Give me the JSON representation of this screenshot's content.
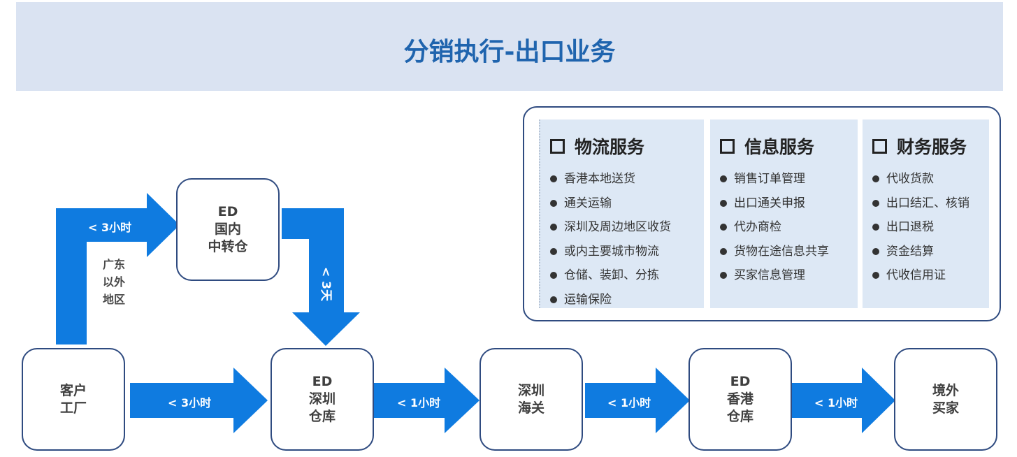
{
  "title": "分销执行-出口业务",
  "colors": {
    "banner": "#dae3f2",
    "title": "#1f64ae",
    "arrow": "#0f7be0",
    "node_border": "#2f4b80",
    "panel": "#dde8f5"
  },
  "nodes": {
    "customer_factory": "客户\n工厂",
    "ed_domestic_hub": "ED\n国内\n中转仓",
    "ed_shenzhen_warehouse": "ED\n深圳\n仓库",
    "shenzhen_customs": "深圳\n海关",
    "ed_hongkong_warehouse": "ED\n香港\n仓库",
    "overseas_buyer": "境外\n买家"
  },
  "arrows": {
    "up_to_hub": "< 3小时",
    "hub_down": "< 3天",
    "factory_to_sz": "< 3小时",
    "sz_to_customs": "< 1小时",
    "customs_to_hk": "< 1小时",
    "hk_to_buyer": "< 1小时"
  },
  "region_note": "广东\n以外\n地区",
  "services": {
    "logistics": {
      "title": "物流服务",
      "items": [
        "香港本地送货",
        "通关运输",
        "深圳及周边地区收货",
        "或内主要城市物流",
        "仓储、装卸、分拣",
        "运输保险"
      ]
    },
    "information": {
      "title": "信息服务",
      "items": [
        "销售订单管理",
        "出口通关申报",
        "代办商检",
        "货物在途信息共享",
        "买家信息管理"
      ]
    },
    "finance": {
      "title": "财务服务",
      "items": [
        "代收货款",
        "出口结汇、核销",
        "出口退税",
        "资金结算",
        "代收信用证"
      ]
    }
  }
}
